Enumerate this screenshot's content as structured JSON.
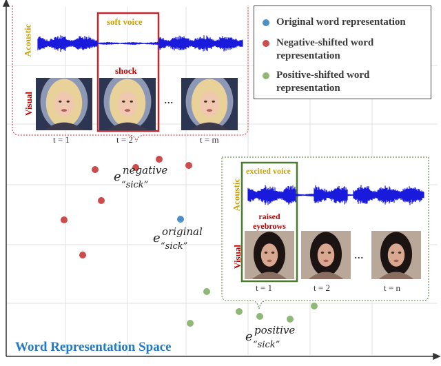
{
  "legend": {
    "items": [
      {
        "label": "Original word representation",
        "color": "#4a90c8"
      },
      {
        "label": "Negative-shifted word representation",
        "color": "#cc4b4b"
      },
      {
        "label": "Positive-shifted word representation",
        "color": "#8fb876"
      }
    ]
  },
  "space_title": "Word Representation Space",
  "negative_panel": {
    "acoustic_label": "Acoustic",
    "visual_label": "Visual",
    "highlight_top": "soft voice",
    "highlight_bottom": "shock",
    "ellipsis": "...",
    "times": [
      "t = 1",
      "t = 2",
      "t = m"
    ]
  },
  "positive_panel": {
    "acoustic_label": "Acoustic",
    "visual_label": "Visual",
    "highlight_top": "excited voice",
    "highlight_bottom": "raised eyebrows",
    "ellipsis": "...",
    "times": [
      "t = 1",
      "t = 2",
      "t = n"
    ]
  },
  "embeddings": {
    "base": "e",
    "word": "“sick”",
    "negative": "negative",
    "original": "original",
    "positive": "positive"
  },
  "colors": {
    "original": "#4a90c8",
    "negative": "#cc4b4b",
    "positive": "#8fb876",
    "waveform": "#1a1adc",
    "neg_box": "#c0282d",
    "pos_box": "#4a7a2e",
    "title": "#2479c0"
  }
}
